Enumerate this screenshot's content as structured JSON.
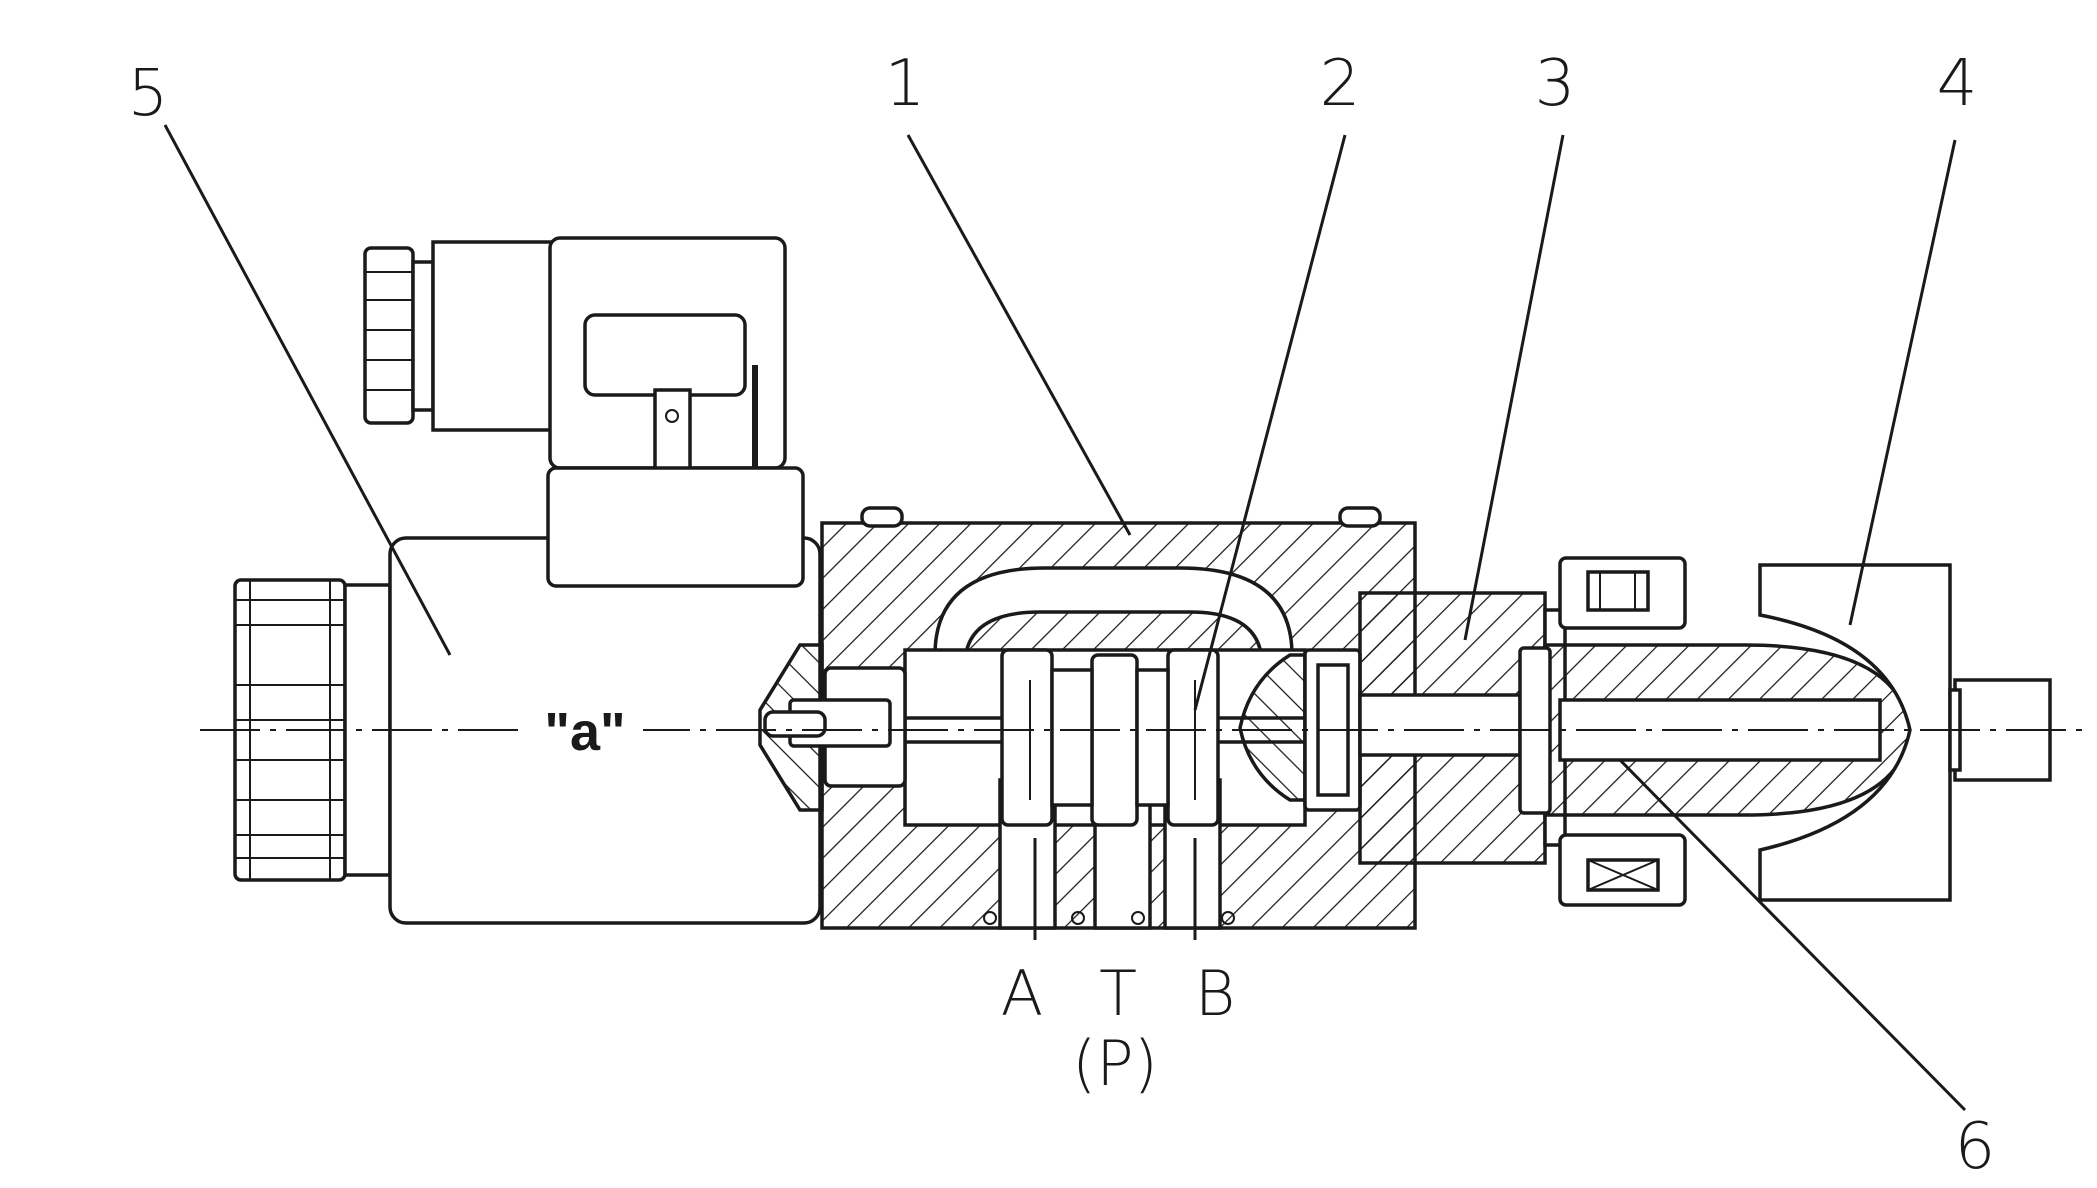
{
  "diagram": {
    "part_labels": [
      {
        "id": "5",
        "text": "5"
      },
      {
        "id": "1",
        "text": "1"
      },
      {
        "id": "2",
        "text": "2"
      },
      {
        "id": "3",
        "text": "3"
      },
      {
        "id": "4",
        "text": "4"
      },
      {
        "id": "6",
        "text": "6"
      }
    ],
    "ports": {
      "a": "A",
      "t": "T",
      "b": "B",
      "p": "(P)"
    },
    "solenoid_label": "\"a\"",
    "colors": {
      "ink": "#1a1a1a",
      "background": "#ffffff"
    }
  }
}
